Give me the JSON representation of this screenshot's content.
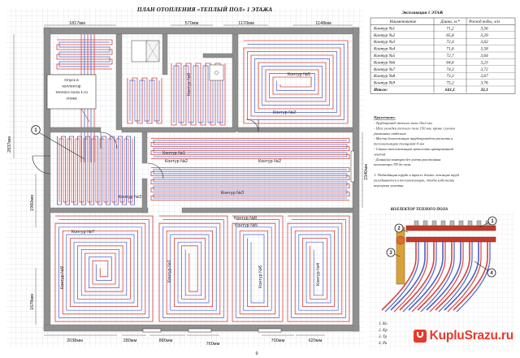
{
  "plan": {
    "title": "ПЛАН ОТОПЛЕНИЯ «ТЕПЛЫЙ ПОЛ» 1 ЭТАЖА",
    "dims": {
      "top_left": "1817мм",
      "top_mid1": "570мм",
      "top_mid2": "1170мм",
      "top_right": "1148мм",
      "left_upper": "2837мм",
      "left_mid": "1960мм",
      "left_lower": "1678мм",
      "right_mid": "2340мм",
      "bottom_1": "2038мм",
      "bottom_2": "280мм",
      "bottom_3": "880мм",
      "bottom_4": "760мм",
      "bottom_5": "700мм",
      "bottom_6": "620мм"
    },
    "callout_text": [
      "Опуск в",
      "коллектор",
      "теплого пола 1-го",
      "этажа"
    ],
    "marker_1": "1",
    "page_number": "9",
    "rooms": [
      {
        "key": "k1a",
        "label": "Контур №1"
      },
      {
        "key": "k1b",
        "label": "Контур №1"
      },
      {
        "key": "k2a",
        "label": "Контур №2"
      },
      {
        "key": "k2b",
        "label": "Контур №2"
      },
      {
        "key": "k3a",
        "label": "Контур №3"
      },
      {
        "key": "k3b",
        "label": "Контур №3"
      },
      {
        "key": "k4",
        "label": "Контур №4"
      },
      {
        "key": "k5a",
        "label": "Контур №5"
      },
      {
        "key": "k5b",
        "label": "Контур №5"
      },
      {
        "key": "k6",
        "label": "Контур №6"
      },
      {
        "key": "k7",
        "label": "Контур №7"
      },
      {
        "key": "k8",
        "label": "Контур №8"
      },
      {
        "key": "k9",
        "label": "Контур №9"
      }
    ]
  },
  "table": {
    "title": "Экспликация 1 ЭТАЖ",
    "headers": [
      "Наименование",
      "Длина, м.*",
      "Расход воды, л/м"
    ],
    "rows": [
      [
        "Контур №1",
        "71,2",
        "3,56"
      ],
      [
        "Контур №2",
        "65,8",
        "3,29"
      ],
      [
        "Контур №3",
        "72,4",
        "3,62"
      ],
      [
        "Контур №4",
        "71,6",
        "3,58"
      ],
      [
        "Контур №5",
        "72,7",
        "3,64"
      ],
      [
        "Контур №6",
        "64,6",
        "3,23"
      ],
      [
        "Контур №7",
        "74,3",
        "3,72"
      ],
      [
        "Контур №8",
        "73,3",
        "3,67"
      ],
      [
        "Контур №9",
        "75,2",
        "3,76"
      ]
    ],
    "total": [
      "Итого:",
      "641,1",
      "32,1"
    ]
  },
  "notes": {
    "heading": "Примечание:",
    "lines": [
      "- Трубопровод теплого пола 16х2 мм",
      "- Шаг укладки теплого пола 150 мм, кроме случаев",
      "указанных отдельно",
      "- Места близлежащих трубопроводов укожить в",
      "теплоизоляцию толщиной 4 мм",
      "- Стыки теплоизоляции проклеить армированной",
      "лентой",
      "- Длина(м) контура без учета расстояния",
      "коллектора ТП до поля.",
      "",
      "1. Подводящая труба в трассе близко лежащих труб",
      "укладывается в теплоизоляцию, чтобы избежать",
      "перегрева участка"
    ]
  },
  "collector": {
    "title": "КОЛЛЕКТОР ТЕПЛОГО ПОЛА",
    "markers": [
      "1",
      "2",
      "3",
      "4"
    ],
    "legend": [
      "1. Ко",
      "2. Кр",
      "3. Тр",
      "4. Ра"
    ]
  },
  "watermark": "KupluSrazu.ru",
  "colors": {
    "pipe_red": "#d9413b",
    "pipe_blue": "#4a62c9",
    "wall": "#8c8c8c",
    "grid": "#c9ced6",
    "brand": "#e8392b"
  }
}
